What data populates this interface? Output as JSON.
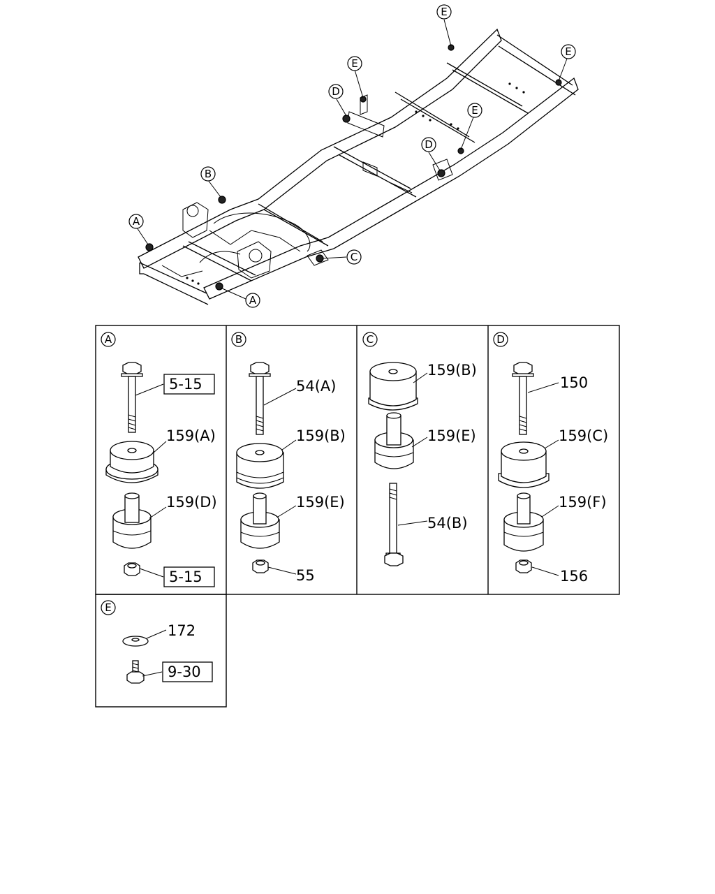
{
  "callouts": [
    {
      "letter": "E"
    },
    {
      "letter": "E"
    },
    {
      "letter": "E"
    },
    {
      "letter": "E"
    },
    {
      "letter": "D"
    },
    {
      "letter": "D"
    },
    {
      "letter": "B"
    },
    {
      "letter": "A"
    },
    {
      "letter": "A"
    },
    {
      "letter": "C"
    }
  ],
  "panels": [
    {
      "letter": "A",
      "labels": [
        "5-15",
        "159(A)",
        "159(D)",
        "5-15"
      ],
      "boxed": [
        true,
        false,
        false,
        true
      ]
    },
    {
      "letter": "B",
      "labels": [
        "54(A)",
        "159(B)",
        "159(E)",
        "55"
      ],
      "boxed": [
        false,
        false,
        false,
        false
      ]
    },
    {
      "letter": "C",
      "labels": [
        "159(B)",
        "159(E)",
        "54(B)"
      ],
      "boxed": [
        false,
        false,
        false
      ]
    },
    {
      "letter": "D",
      "labels": [
        "150",
        "159(C)",
        "159(F)",
        "156"
      ],
      "boxed": [
        false,
        false,
        false,
        false
      ]
    },
    {
      "letter": "E",
      "labels": [
        "172",
        "9-30"
      ],
      "boxed": [
        false,
        true
      ]
    }
  ]
}
